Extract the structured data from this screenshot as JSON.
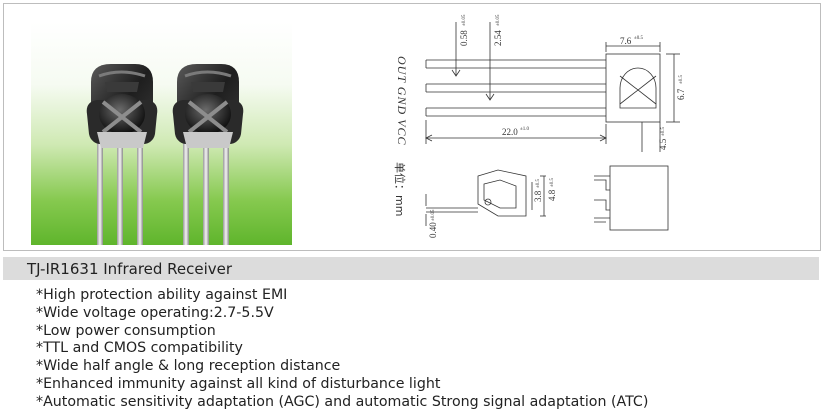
{
  "product": {
    "title": "TJ-IR1631 Infrared Receiver",
    "features": [
      "*High protection ability against EMI",
      "*Wide voltage operating:2.7-5.5V",
      "*Low power consumption",
      "*TTL and CMOS compatibility",
      "*Wide half angle & long reception distance",
      "*Enhanced immunity against all kind of disturbance light",
      "*Automatic sensitivity adaptation (AGC) and automatic Strong signal adaptation (ATC)"
    ]
  },
  "drawing": {
    "pin_labels": "OUT GND VCC",
    "unit_label": "单位：mm",
    "dimensions": {
      "pin_width": "0.58",
      "pin_width_tol": "±0.05",
      "pin_pitch": "2.54",
      "pin_pitch_tol": "±0.05",
      "body_width": "7.6",
      "body_width_tol": "±0.5",
      "body_height": "6.7",
      "body_height_tol": "±0.5",
      "lead_length": "22.0",
      "lead_length_tol": "±1.0",
      "lens_offset": "4.5",
      "lens_offset_tol": "±0.5",
      "side_height": "4.8",
      "side_height_tol": "±0.5",
      "side_inner": "3.8",
      "side_inner_tol": "±0.5",
      "lead_thickness": "0.40",
      "lead_thickness_tol": "±0.05"
    }
  },
  "colors": {
    "background": "#ffffff",
    "panel_border": "#bdbdbd",
    "title_bar": "#dcdcdc",
    "photo_green": "#5fb52c",
    "text": "#222222"
  }
}
